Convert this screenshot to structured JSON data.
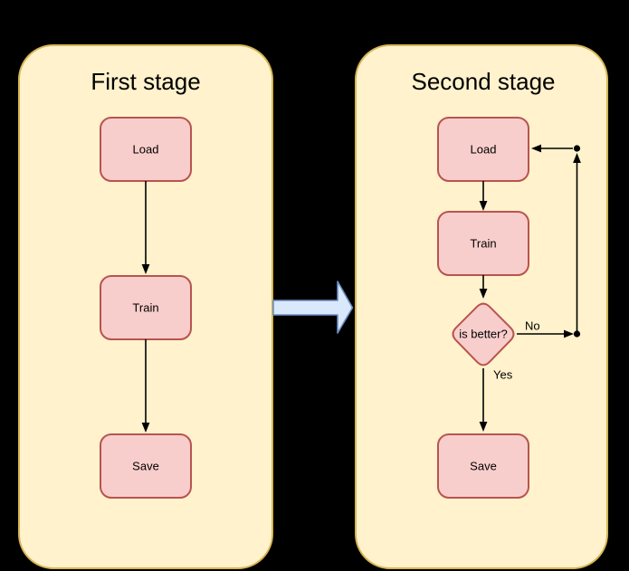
{
  "colors": {
    "background": "#000000",
    "stage_fill": "#FFF2CC",
    "stage_stroke": "#D6B656",
    "node_fill": "#F8CECC",
    "node_stroke": "#B85450",
    "connector": "#000000",
    "transition_arrow_fill": "#DAE8FC",
    "transition_arrow_stroke": "#6C8EBF",
    "text": "#000000"
  },
  "stages": [
    {
      "title": "First stage",
      "nodes": [
        {
          "label": "Load"
        },
        {
          "label": "Train"
        },
        {
          "label": "Save"
        }
      ]
    },
    {
      "title": "Second stage",
      "nodes": [
        {
          "label": "Load"
        },
        {
          "label": "Train"
        },
        {
          "label": "Save"
        }
      ],
      "decision": {
        "label": "is better?",
        "yes_label": "Yes",
        "no_label": "No"
      }
    }
  ]
}
